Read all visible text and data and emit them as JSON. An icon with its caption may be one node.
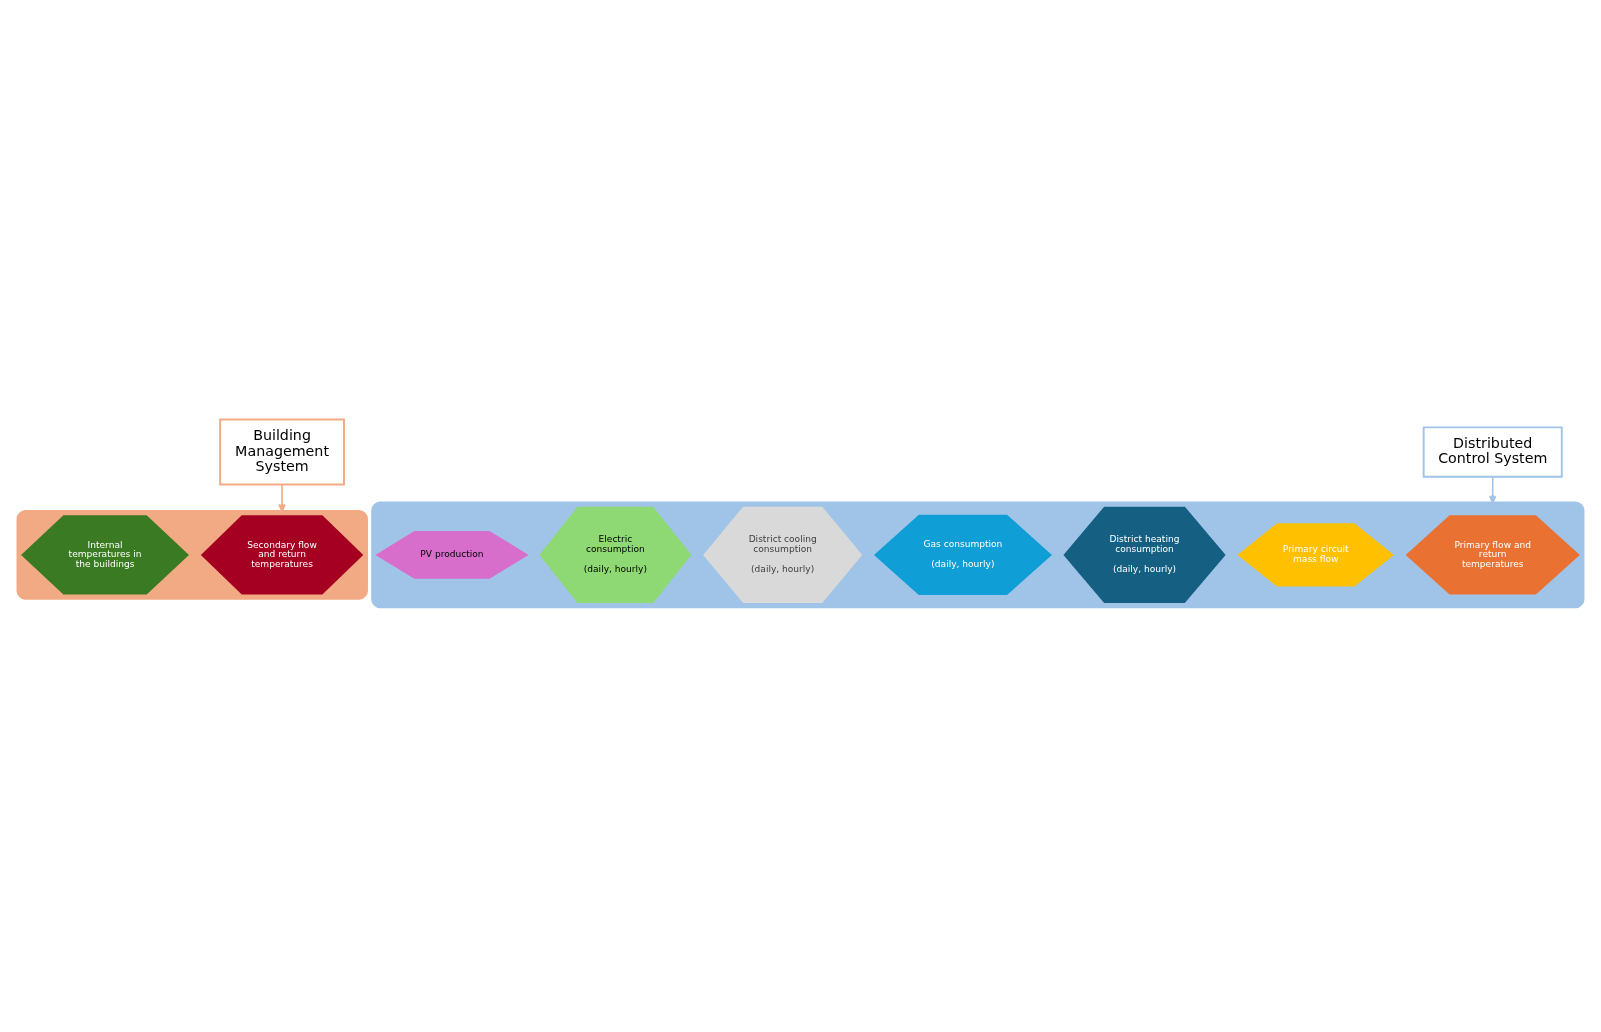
{
  "diagram": {
    "nodes": [
      {
        "text": [
          "Building Management System"
        ]
      },
      {
        "text": [],
        "shape": "band"
      },
      {
        "text": [
          "Secondary flow and return temperatures"
        ],
        "in": 1
      },
      {
        "text": [
          "Internal temperatures in the buildings"
        ],
        "in": 1
      },
      {
        "text": [],
        "shape": "band"
      },
      {
        "text": [
          "Primary flow and return temperatures"
        ],
        "in": 4
      },
      {
        "text": [
          "Primary circuit mass flow"
        ],
        "in": 4
      },
      {
        "text": [
          "District heating consumption",
          "(daily, hourly)"
        ],
        "in": 4
      },
      {
        "text": [
          "Gas consumption",
          "(daily, hourly)"
        ],
        "in": 4
      },
      {
        "text": [
          "District cooling consumption",
          "(daily, hourly)"
        ],
        "in": 4
      },
      {
        "text": [
          "Electric consumption",
          "(daily, hourly)"
        ],
        "in": 4
      },
      {
        "text": [
          "PV production"
        ],
        "in": 4
      },
      {
        "text": [
          "Distributed Control System"
        ]
      }
    ],
    "edges": [
      {
        "from": 0,
        "to": 1,
        "arrow": "to",
        "color": "#f2aa84"
      },
      {
        "from": 12,
        "to": 4,
        "arrow": "to",
        "color": "#a0c4e8"
      }
    ]
  }
}
